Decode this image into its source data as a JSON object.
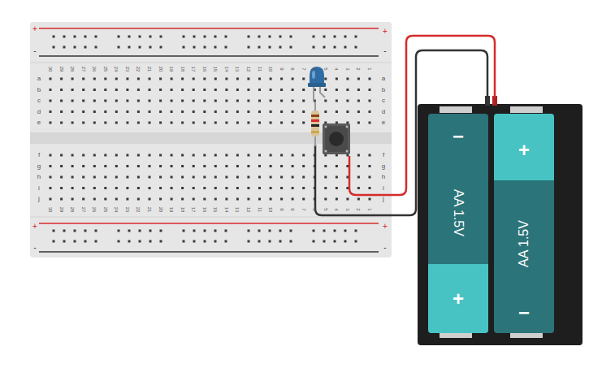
{
  "diagram": {
    "labels": [
      "+",
      "+",
      "-",
      "-",
      "30",
      "29",
      "28",
      "27",
      "26",
      "25",
      "24",
      "23",
      "22",
      "21",
      "20",
      "19",
      "18",
      "17",
      "16",
      "15",
      "14",
      "13",
      "12",
      "11",
      "10",
      "9",
      "8",
      "7",
      "6",
      "5",
      "4",
      "3",
      "2",
      "1",
      "a",
      "a",
      "b",
      "b",
      "c",
      "c",
      "d",
      "d",
      "e",
      "e",
      "f",
      "f",
      "g",
      "g",
      "h",
      "h",
      "i",
      "i",
      "j",
      "j",
      "30",
      "29",
      "28",
      "27",
      "26",
      "25",
      "24",
      "23",
      "22",
      "21",
      "20",
      "19",
      "18",
      "17",
      "16",
      "15",
      "14",
      "13",
      "12",
      "11",
      "10",
      "9",
      "8",
      "7",
      "6",
      "5",
      "4",
      "3",
      "2",
      "1",
      "+",
      "+",
      "-",
      "-",
      "−",
      "AA 1.5V",
      "+",
      "+",
      "AA 1.5V",
      "−"
    ]
  }
}
